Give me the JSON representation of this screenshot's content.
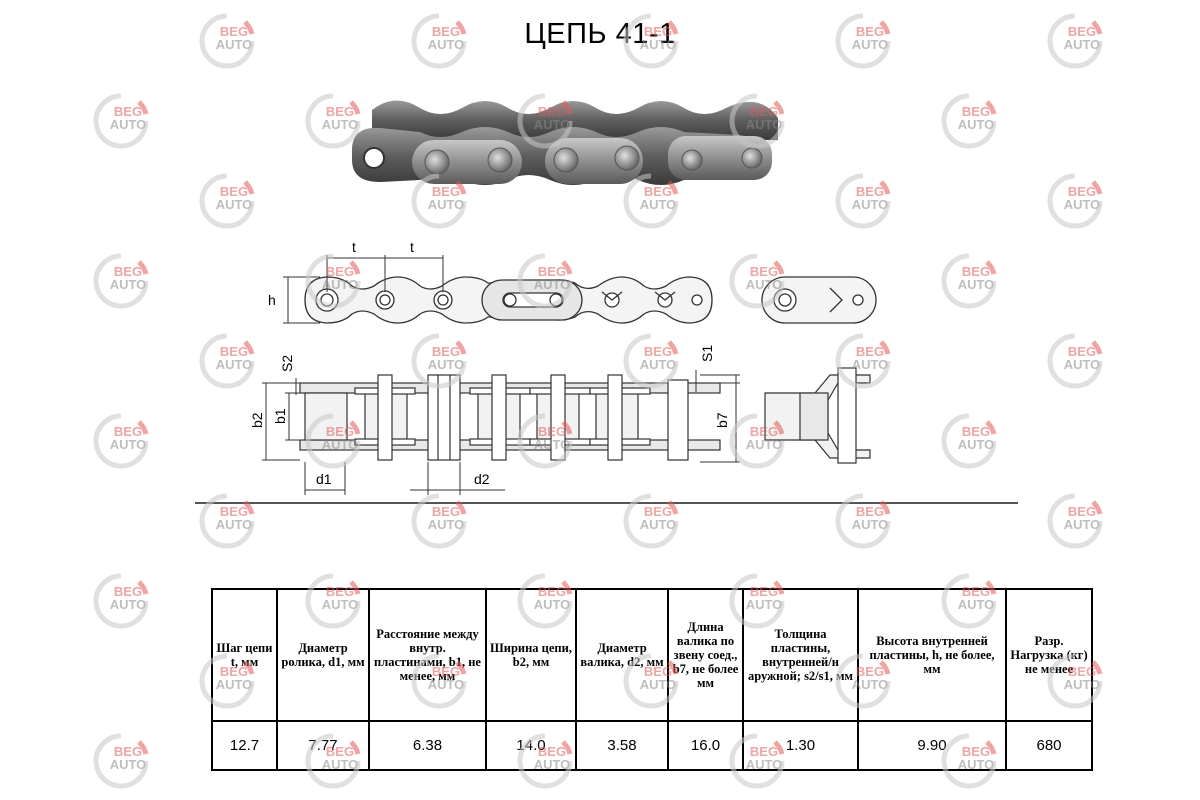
{
  "title": "ЦЕПЬ 41-1",
  "dims": {
    "t1": "t",
    "t2": "t",
    "h": "h",
    "s2": "S2",
    "s1": "S1",
    "b2": "b2",
    "b1": "b1",
    "b7": "b7",
    "d1": "d1",
    "d2": "d2"
  },
  "table": {
    "headers": [
      "Шаг цепи t, мм",
      "Диаметр ролика, d1, мм",
      "Расстояние между внутр. пластинами, b1, не менее, мм",
      "Ширина цепи, b2, мм",
      "Диаметр валика, d2, мм",
      "Длина валика по звену соед., b7, не более мм",
      "Толщина пластины, внутренней/н аружной; s2/s1, мм",
      "Высота внутренней пластины, h, не более, мм",
      "Разр. Нагрузка (кг) не менее"
    ],
    "values": [
      "12.7",
      "7.77",
      "6.38",
      "14.0",
      "3.58",
      "16.0",
      "1.30",
      "9.90",
      "680"
    ]
  },
  "watermark": {
    "line1": "BEG",
    "line2": "AUTO",
    "accent": "#e35a5a",
    "secondary": "#8a8a8a"
  }
}
